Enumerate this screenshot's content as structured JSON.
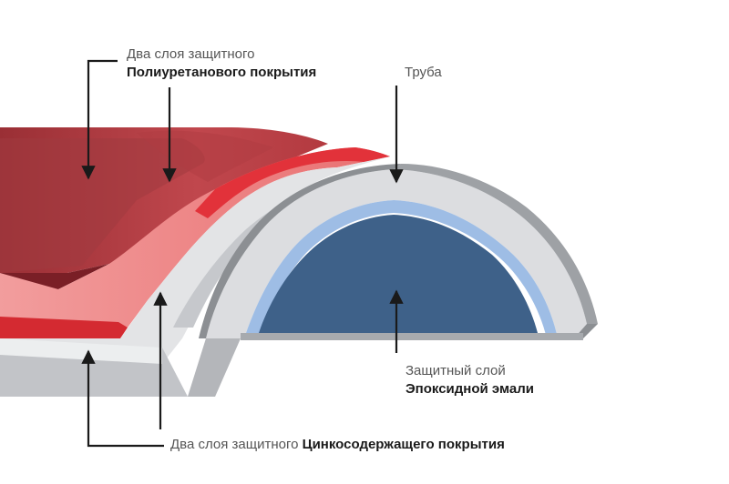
{
  "labels": {
    "polyurethane": {
      "line1": "Два слоя защитного",
      "line2": "Полиуретанового покрытия"
    },
    "pipe": {
      "text": "Труба"
    },
    "epoxy": {
      "line1": "Защитный слой",
      "line2": "Эпоксидной эмали"
    },
    "zinc": {
      "prefix": "Два слоя защитного",
      "bold": "Цинкосодержащего покрытия"
    }
  },
  "colors": {
    "outer_red_dark": "#8e2a2f",
    "outer_red": "#c94a50",
    "inner_red": "#e2323a",
    "pink": "#ef8b8c",
    "zinc_gray": "#b9bcc0",
    "zinc_light": "#e3e4e6",
    "pipe_gray": "#8c8f93",
    "pipe_light": "#dcdde0",
    "epoxy_blue": "#3e6189",
    "epoxy_light": "#9ebde5",
    "arrow": "#1a1a1a"
  }
}
